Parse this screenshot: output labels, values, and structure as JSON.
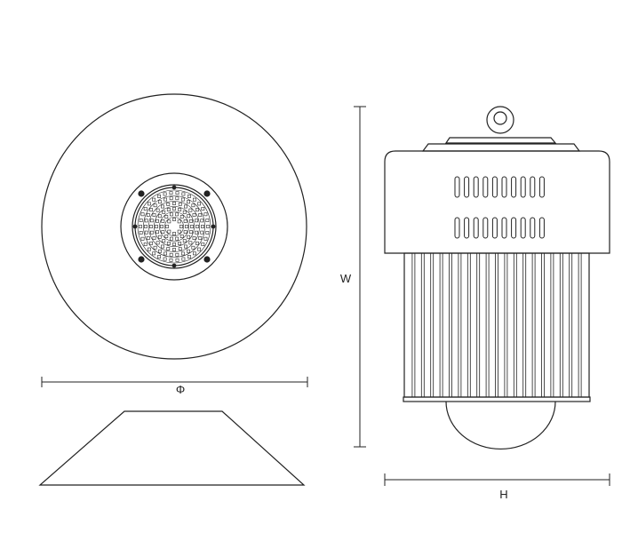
{
  "labels": {
    "diameter": "Φ",
    "width": "W",
    "height": "H"
  },
  "slot_rows": 2,
  "slots_per_row": 10,
  "fin_count": 20,
  "colors": {
    "line": "#222222",
    "background": "#ffffff"
  }
}
